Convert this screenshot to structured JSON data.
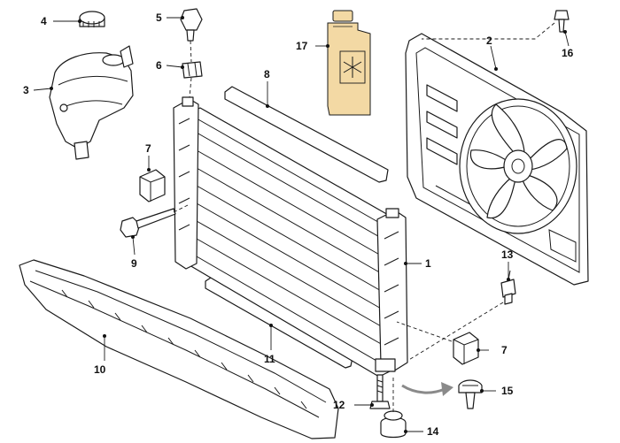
{
  "diagram": {
    "callouts": {
      "c1": "1",
      "c2": "2",
      "c3": "3",
      "c4": "4",
      "c5": "5",
      "c6": "6",
      "c7a": "7",
      "c7b": "7",
      "c8": "8",
      "c9": "9",
      "c10": "10",
      "c11": "11",
      "c12": "12",
      "c13": "13",
      "c14": "14",
      "c15": "15",
      "c16": "16",
      "c17": "17"
    },
    "colors": {
      "line": "#1a1a1a",
      "coolant_bottle": "#f3d9a4",
      "arrow": "#8a8a8a",
      "background": "#ffffff"
    },
    "icons": [
      "snowflake-icon"
    ]
  }
}
